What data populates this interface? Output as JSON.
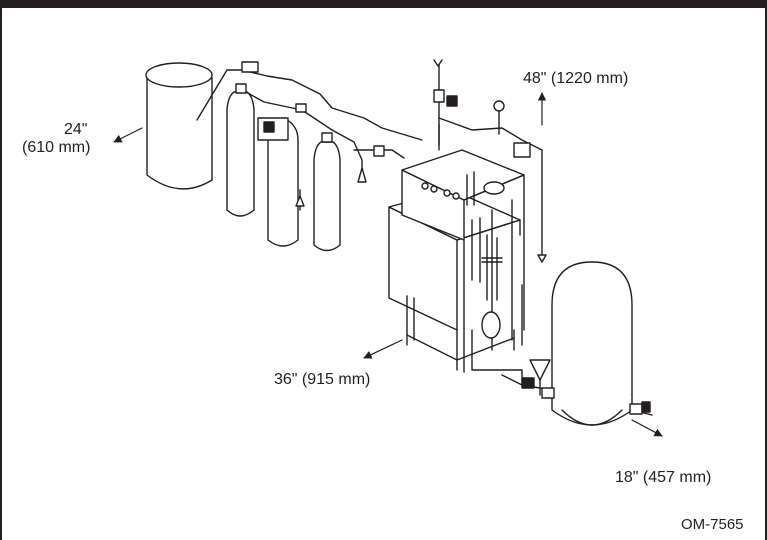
{
  "dimensions": {
    "left": {
      "inches": "24\"",
      "mm": "(610 mm)"
    },
    "top": "48\" (1220 mm)",
    "front": "36\" (915 mm)",
    "right": "18\" (457 mm)"
  },
  "figure_id": "OM-7565",
  "colors": {
    "ink": "#231f20",
    "background": "#ffffff"
  }
}
